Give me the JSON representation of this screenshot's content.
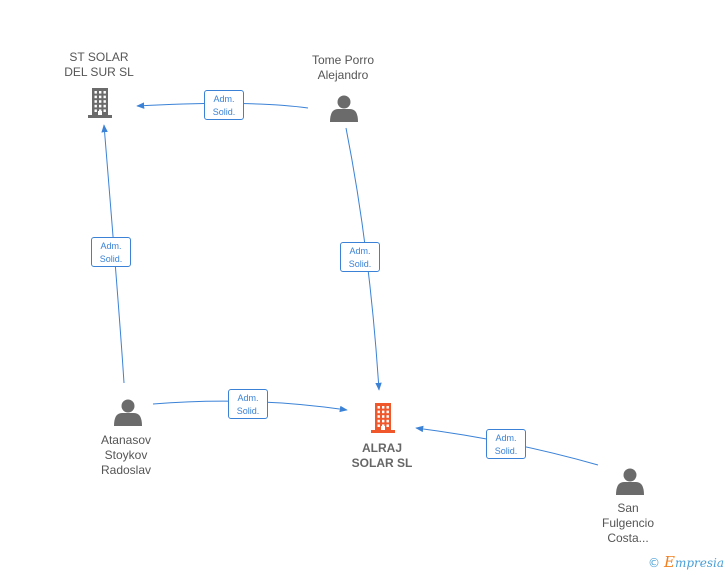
{
  "nodes": [
    {
      "id": "st_solar",
      "type": "company",
      "focus": false,
      "lines": [
        "ST SOLAR",
        "DEL SUR  SL"
      ]
    },
    {
      "id": "tome",
      "type": "person",
      "focus": false,
      "lines": [
        "Tome Porro",
        "Alejandro"
      ]
    },
    {
      "id": "atanasov",
      "type": "person",
      "focus": false,
      "lines": [
        "Atanasov",
        "Stoykov",
        "Radoslav"
      ]
    },
    {
      "id": "alraj",
      "type": "company",
      "focus": true,
      "lines": [
        "ALRAJ",
        "SOLAR  SL"
      ]
    },
    {
      "id": "san",
      "type": "person",
      "focus": false,
      "lines": [
        "San",
        "Fulgencio",
        "Costa..."
      ]
    }
  ],
  "edges": [
    {
      "from": "tome",
      "to": "st_solar",
      "label": [
        "Adm.",
        "Solid."
      ]
    },
    {
      "from": "atanasov",
      "to": "st_solar",
      "label": [
        "Adm.",
        "Solid."
      ]
    },
    {
      "from": "tome",
      "to": "alraj",
      "label": [
        "Adm.",
        "Solid."
      ]
    },
    {
      "from": "atanasov",
      "to": "alraj",
      "label": [
        "Adm.",
        "Solid."
      ]
    },
    {
      "from": "san",
      "to": "alraj",
      "label": [
        "Adm.",
        "Solid."
      ]
    }
  ],
  "colors": {
    "edge": "#3b82d6",
    "company_icon": "#6b6b6b",
    "focus_icon": "#f0572a",
    "person_icon": "#6b6b6b"
  },
  "brand": {
    "symbol": "©",
    "initial": "E",
    "rest": "mpresia"
  }
}
